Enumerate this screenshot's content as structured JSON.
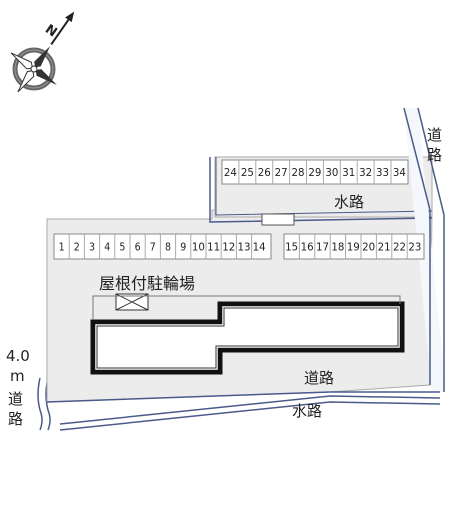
{
  "compass": {
    "north_label": "N"
  },
  "labels": {
    "road_right": "道路",
    "road_bottom": "道路",
    "waterway_top": "水路",
    "waterway_bottom": "水路",
    "bike_shelter": "屋根付駐輪場",
    "road_left_width": "4.0",
    "road_left_unit": "m",
    "road_left_name": "道路"
  },
  "parking": {
    "row_top": [
      "24",
      "25",
      "26",
      "27",
      "28",
      "29",
      "30",
      "31",
      "32",
      "33",
      "34"
    ],
    "row_left": [
      "1",
      "2",
      "3",
      "4",
      "5",
      "6",
      "7",
      "8",
      "9",
      "10",
      "11",
      "12",
      "13",
      "14"
    ],
    "row_right": [
      "15",
      "16",
      "17",
      "18",
      "19",
      "20",
      "21",
      "22",
      "23"
    ]
  },
  "colors": {
    "lot_fill": "#ececec",
    "road_fill": "#f4f7fb",
    "road_edge": "#4a5a8a",
    "building_outline": "#111111",
    "slot_border": "#888888"
  }
}
